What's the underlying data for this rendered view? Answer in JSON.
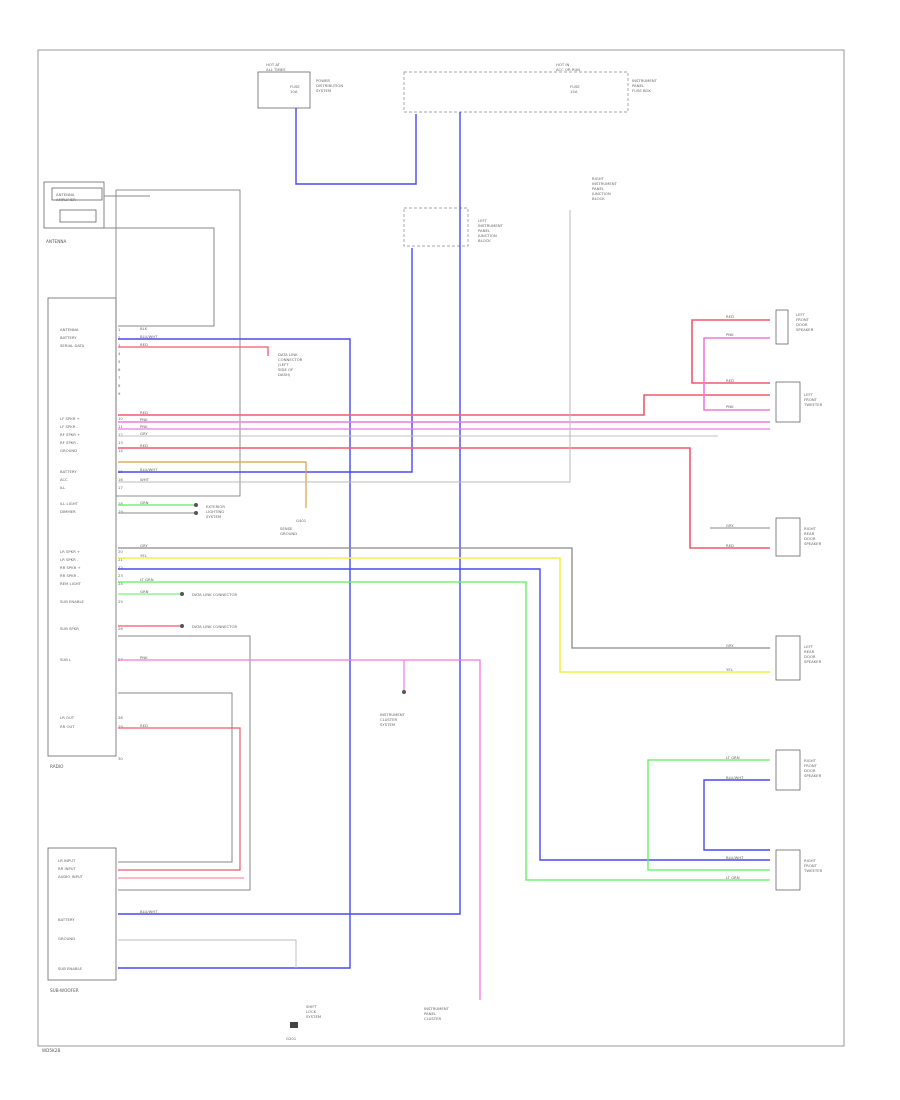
{
  "diagram": {
    "page_code": "WD5K2B",
    "components": {
      "antenna": "ANTENNA",
      "radio": "RADIO",
      "subwoofer": "SUB-WOOFER",
      "fuse_top_left": [
        "HOT AT",
        "ALL TIMES"
      ],
      "fuse_top_right": [
        "HOT IN",
        "ACC OR RUN"
      ],
      "fuse_left_note": [
        "POWER",
        "DISTRIBUTION",
        "SYSTEM"
      ],
      "fuse_right_note": [
        "INSTRUMENT",
        "PANEL",
        "FUSE BOX"
      ],
      "antenna_amp": [
        "ANTENNA",
        "AMPLIFIER"
      ],
      "left_front_door_spk": [
        "LEFT",
        "FRONT",
        "DOOR",
        "SPEAKER"
      ],
      "left_front_tweeter": [
        "LEFT",
        "FRONT",
        "TWEETER"
      ],
      "left_rear_door_spk": [
        "RIGHT",
        "REAR",
        "DOOR",
        "SPEAKER"
      ],
      "left_rear_spk2": [
        "LEFT",
        "REAR",
        "DOOR",
        "SPEAKER"
      ],
      "right_front_door_spk": [
        "RIGHT",
        "FRONT",
        "DOOR",
        "SPEAKER"
      ],
      "right_front_tweeter": [
        "RIGHT",
        "FRONT",
        "TWEETER"
      ],
      "instrument_cluster_1": [
        "INSTRUMENT",
        "CLUSTER",
        "SYSTEM"
      ],
      "instrument_cluster_2": [
        "INSTRUMENT",
        "PANEL",
        "CLUSTER"
      ],
      "ground_note": [
        "SENSE",
        "GROUND"
      ],
      "exterior_lighting": [
        "EXTERIOR",
        "LIGHTING",
        "SYSTEM"
      ],
      "shift_lock": [
        "SHIFT",
        "LOCK",
        "SYSTEM"
      ],
      "data_link_1": "DATA LINK CONNECTOR",
      "data_link_2": "DATA LINK CONNECTOR",
      "g401": "G401",
      "g201": "G201"
    },
    "radio_pins": [
      "ANTENNA",
      "BATTERY",
      "SERIAL DATA",
      "",
      "",
      "",
      "",
      "",
      "LF SPKR +",
      "LF SPKR -",
      "RF SPKR +",
      "RF SPKR -",
      "GROUND",
      "BATTERY",
      "ACC",
      "ILL",
      "ILL LIGHT",
      "DIMMER",
      "LR SPKR +",
      "LR SPKR -",
      "RR SPKR +",
      "RR SPKR -",
      "REM LIGHT",
      "SUB ENABLE",
      "",
      "SUB SPKR",
      "",
      "SUB L",
      "LR OUT",
      "RR OUT"
    ],
    "wire_colors": {
      "blue": "#4a4af0",
      "red": "#f05a6e",
      "pink": "#f07ae0",
      "yellow": "#f0f04a",
      "green": "#5af05a",
      "gray": "#8a8a8a",
      "orange": "#d8a040"
    },
    "wire_labels": {
      "blu_wht": "BLU/WHT",
      "red": "RED",
      "pnk": "PNK",
      "gry": "GRY",
      "yel": "YEL",
      "lt_grn": "LT GRN",
      "grn": "GRN",
      "blk": "BLK",
      "wht": "WHT"
    }
  }
}
